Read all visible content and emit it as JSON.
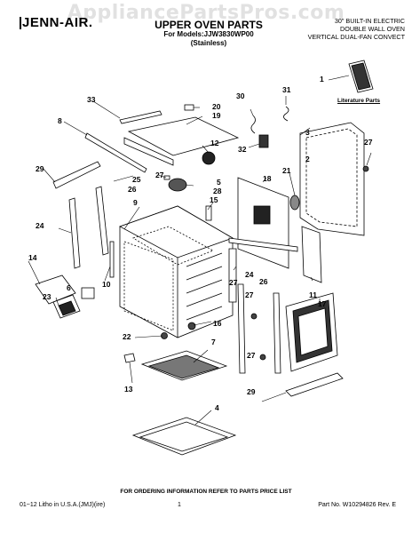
{
  "watermark": "AppliancePartsPros.com",
  "header": {
    "brand": "JENN-AIR.",
    "title": "UPPER OVEN PARTS",
    "models_line": "For Models:JJW3830WP00",
    "models_sub": "(Stainless)",
    "desc_lines": [
      "30\" BUILT-IN ELECTRIC",
      "DOUBLE WALL OVEN",
      "VERTICAL DUAL-FAN CONVECT"
    ]
  },
  "literature_label": "Literature Parts",
  "callouts": {
    "c1": "1",
    "c2": "2",
    "c3": "3",
    "c4": "4",
    "c5": "5",
    "c6": "6",
    "c7": "7",
    "c8": "8",
    "c9": "9",
    "c10": "10",
    "c11": "11",
    "c12": "12",
    "c13": "13",
    "c14": "14",
    "c15": "15",
    "c16": "16",
    "c17": "17",
    "c18": "18",
    "c19": "19",
    "c20": "20",
    "c21": "21",
    "c22": "22",
    "c23": "23",
    "c24": "24",
    "c24b": "24",
    "c25": "25",
    "c26": "26",
    "c26b": "26",
    "c27": "27",
    "c27b": "27",
    "c27c": "27",
    "c27d": "27",
    "c27e": "27",
    "c28": "28",
    "c29": "29",
    "c29b": "29",
    "c30": "30",
    "c31": "31",
    "c32": "32",
    "c33": "33"
  },
  "footer": {
    "order_note": "FOR ORDERING INFORMATION REFER TO PARTS PRICE LIST",
    "left": "01~12 Litho in U.S.A.(JMJ)(ire)",
    "page": "1",
    "right": "Part No. W10294826 Rev. E"
  }
}
